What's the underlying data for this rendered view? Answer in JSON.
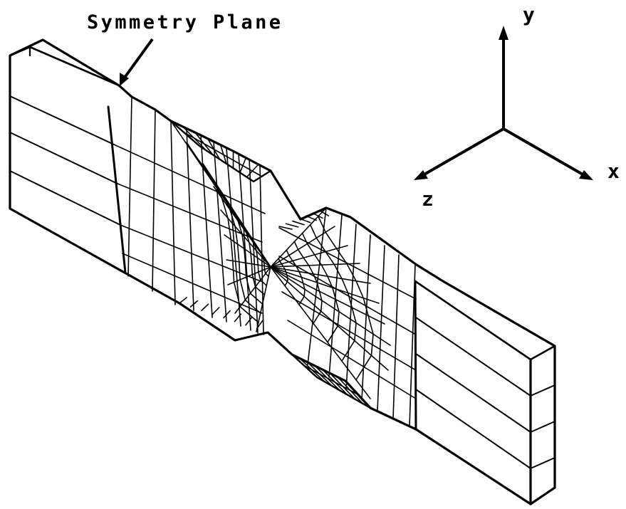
{
  "figure": {
    "annotation": "Symmetry Plane",
    "axes": {
      "x": "x",
      "y": "y",
      "z": "z"
    }
  },
  "colors": {
    "ink": "#000000",
    "background": "#ffffff"
  }
}
